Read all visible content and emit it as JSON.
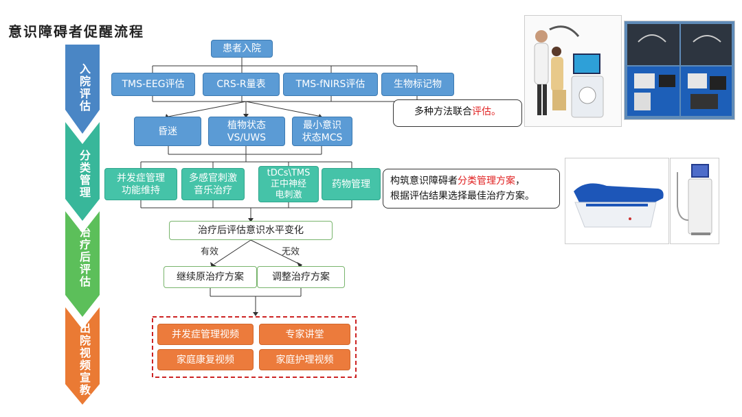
{
  "title": "意识障碍者促醒流程",
  "stages": [
    {
      "label": "入院评估",
      "color": "#4a86c5"
    },
    {
      "label": "分类管理",
      "color": "#38b79a"
    },
    {
      "label": "治疗后评估",
      "color": "#5cbf5a"
    },
    {
      "label": "出院视频宣教",
      "color": "#ea7a34"
    }
  ],
  "flow": {
    "admission": "患者入院",
    "assessments": [
      "TMS-EEG评估",
      "CRS-R量表",
      "TMS-fNIRS评估",
      "生物标记物"
    ],
    "states": [
      "昏迷",
      "植物状态\nVS/UWS",
      "最小意识\n状态MCS"
    ],
    "treatments": [
      "并发症管理\n功能维持",
      "多感官刺激\n音乐治疗",
      "tDCs\\TMS\n正中神经\n电刺激",
      "药物管理"
    ],
    "post_assessment": "治疗后评估意识水平变化",
    "effective_label": "有效",
    "ineffective_label": "无效",
    "continue_plan": "继续原治疗方案",
    "adjust_plan": "调整治疗方案",
    "videos": [
      "并发症管理视频",
      "专家讲堂",
      "家庭康复视频",
      "家庭护理视频"
    ]
  },
  "notes": {
    "note1_prefix": "多种方法联合",
    "note1_highlight": "评估。",
    "note2_line1_prefix": "构筑意识障碍者",
    "note2_line1_highlight": "分类管理方案",
    "note2_line1_suffix": "，",
    "note2_line2": "根据评估结果选择最佳治疗方案。"
  },
  "colors": {
    "blue": "#5b9bd5",
    "green": "#45c3a8",
    "orange": "#ec7b3c",
    "dashed_red": "#cc2222"
  }
}
